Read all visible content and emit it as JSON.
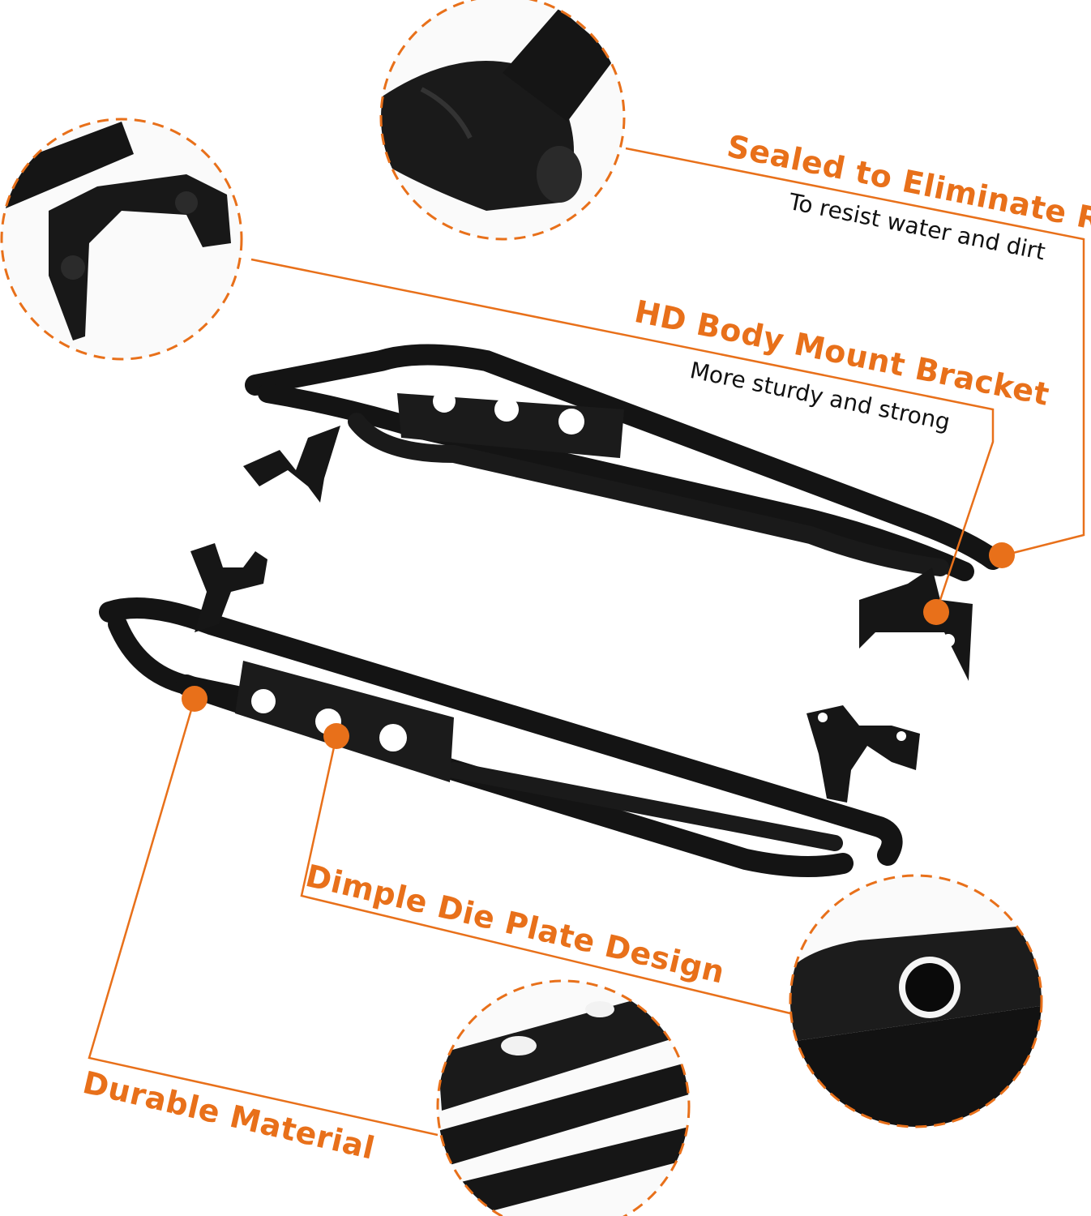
{
  "colors": {
    "accent": "#e8701a",
    "steel": "#141414",
    "background": "#ffffff"
  },
  "callouts": [
    {
      "title": "Sealed to Eliminate Rust",
      "subtitle": "To resist water and dirt"
    },
    {
      "title": "HD Body Mount Bracket",
      "subtitle": "More sturdy and strong"
    },
    {
      "title": "Dimple Die Plate Design"
    },
    {
      "title": "Durable Material"
    }
  ]
}
